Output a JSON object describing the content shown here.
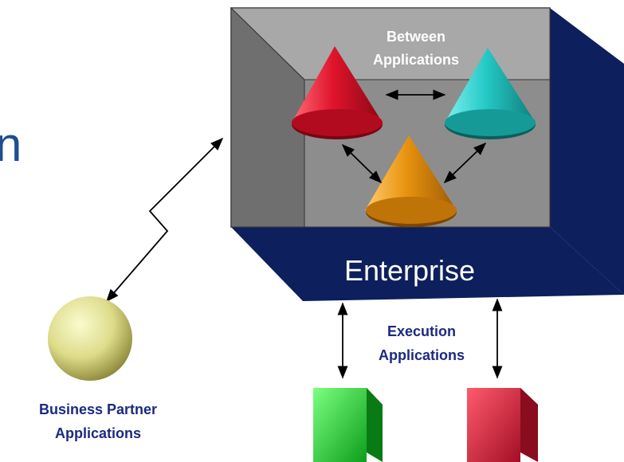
{
  "partial_heading_fragment": "n",
  "labels": {
    "between": [
      "Between",
      "Applications"
    ],
    "enterprise": "Enterprise",
    "execution": [
      "Execution",
      "Applications"
    ],
    "business_partner": [
      "Business Partner",
      "Applications"
    ]
  },
  "colors": {
    "navy": "#0d1f5c",
    "box_gray": "#9b9b9b",
    "label_white": "#ffffff",
    "label_navy": "#1b2a80",
    "heading_fragment": "#1f4e92",
    "cone_red": "#e0142c",
    "cone_teal": "#25c9c6",
    "cone_orange": "#e8930f",
    "cube_green": "#1ad42a",
    "cube_red": "#d41a37",
    "sphere_yellow": "#dddc8a"
  },
  "icons": {
    "cones": [
      "red-cone-icon",
      "teal-cone-icon",
      "orange-cone-icon"
    ],
    "cubes": [
      "green-cube-icon",
      "red-cube-icon"
    ],
    "sphere": "yellow-sphere-icon",
    "connectors": [
      "double-arrow",
      "lightning-link"
    ]
  }
}
